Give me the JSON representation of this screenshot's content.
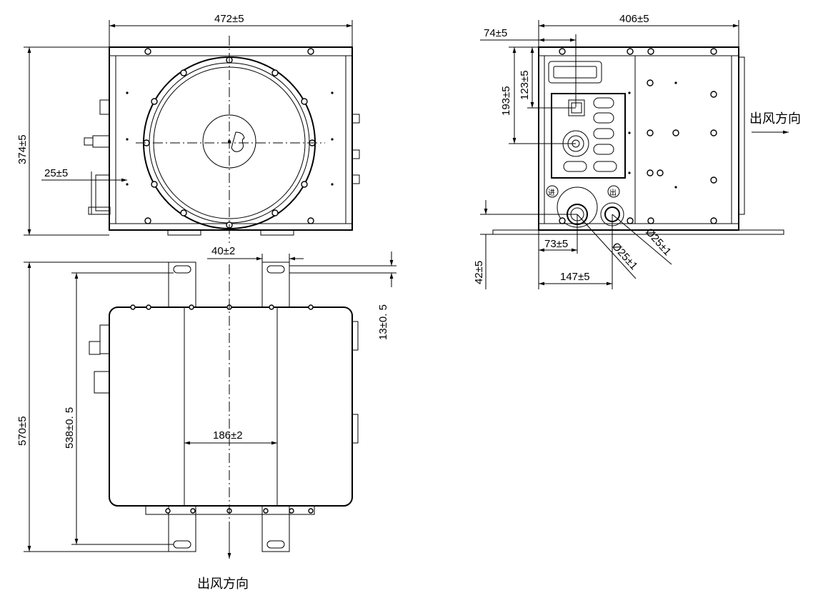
{
  "front_view": {
    "width_dim": "472±5",
    "height_dim": "374±5",
    "offset_dim": "25±5"
  },
  "side_view": {
    "width_dim": "406±5",
    "dim_74": "74±5",
    "dim_193": "193±5",
    "dim_123": "123±5",
    "dim_73": "73±5",
    "dim_147": "147±5",
    "dim_42": "42±5",
    "pipe_in_dia": "Ø25±1",
    "pipe_out_dia": "Ø25±1",
    "inlet_mark": "进",
    "outlet_mark": "出",
    "airflow_label": "出风方向"
  },
  "top_view": {
    "dim_40": "40±2",
    "dim_13": "13±0. 5",
    "dim_570": "570±5",
    "dim_538": "538±0. 5",
    "dim_186": "186±2",
    "airflow_label": "出风方向"
  }
}
